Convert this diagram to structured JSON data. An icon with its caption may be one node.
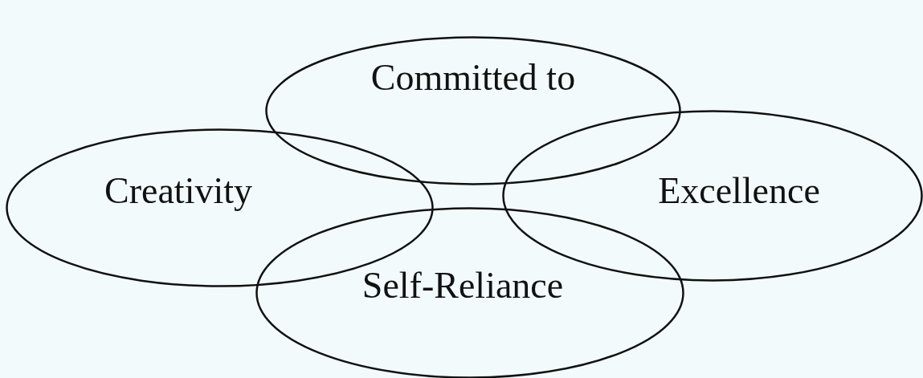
{
  "diagram": {
    "nodes": [
      {
        "text": [
          "Committed to"
        ]
      },
      {
        "text": [
          "Creativity"
        ]
      },
      {
        "text": [
          "Excellence"
        ]
      },
      {
        "text": [
          "Self-Reliance"
        ]
      }
    ]
  }
}
